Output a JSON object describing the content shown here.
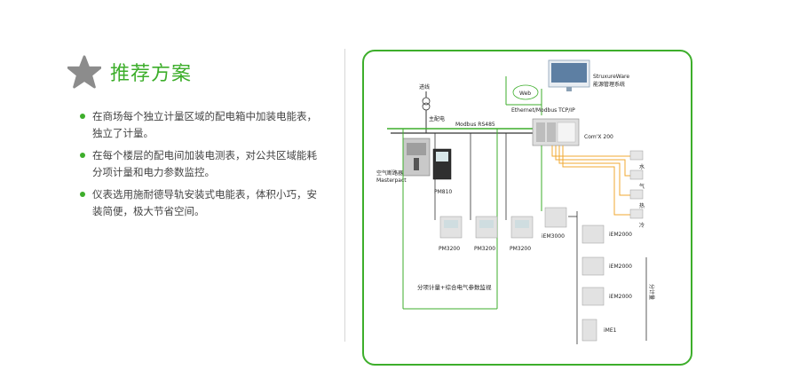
{
  "header": {
    "title": "推荐方案",
    "icon": "star-icon",
    "accent_color": "#3dae2b"
  },
  "bullets": [
    "在商场每个独立计量区域的配电箱中加装电能表，独立了计量。",
    "在每个楼层的配电间加装电测表，对公共区域能耗分项计量和电力参数监控。",
    "仪表选用施耐德导轨安装式电能表，体积小巧，安装简便，极大节省空间。"
  ],
  "diagram": {
    "grid_in": "进线",
    "transformer": "主配电",
    "breaker_label": "空气断路器",
    "breaker_model": "Masterpact",
    "meter_pm810": "PM810",
    "bus": "Modbus RS485",
    "ethernet": "Ethernet/Modbus TCP/IP",
    "software_name": "StruxureWare",
    "software_desc": "能源管理系统",
    "web": "Web",
    "gateway": "Com'X 200",
    "utilities": [
      "水",
      "气",
      "热",
      "冷"
    ],
    "pm_meters": [
      "PM3200",
      "PM3200",
      "PM3200"
    ],
    "iem3000": "iEM3000",
    "iem2000": [
      "iEM2000",
      "iEM2000",
      "iEM2000"
    ],
    "ime1": "iME1",
    "bottom_caption": "分项计量+综合电气参数监视",
    "side_caption": "分计量"
  }
}
